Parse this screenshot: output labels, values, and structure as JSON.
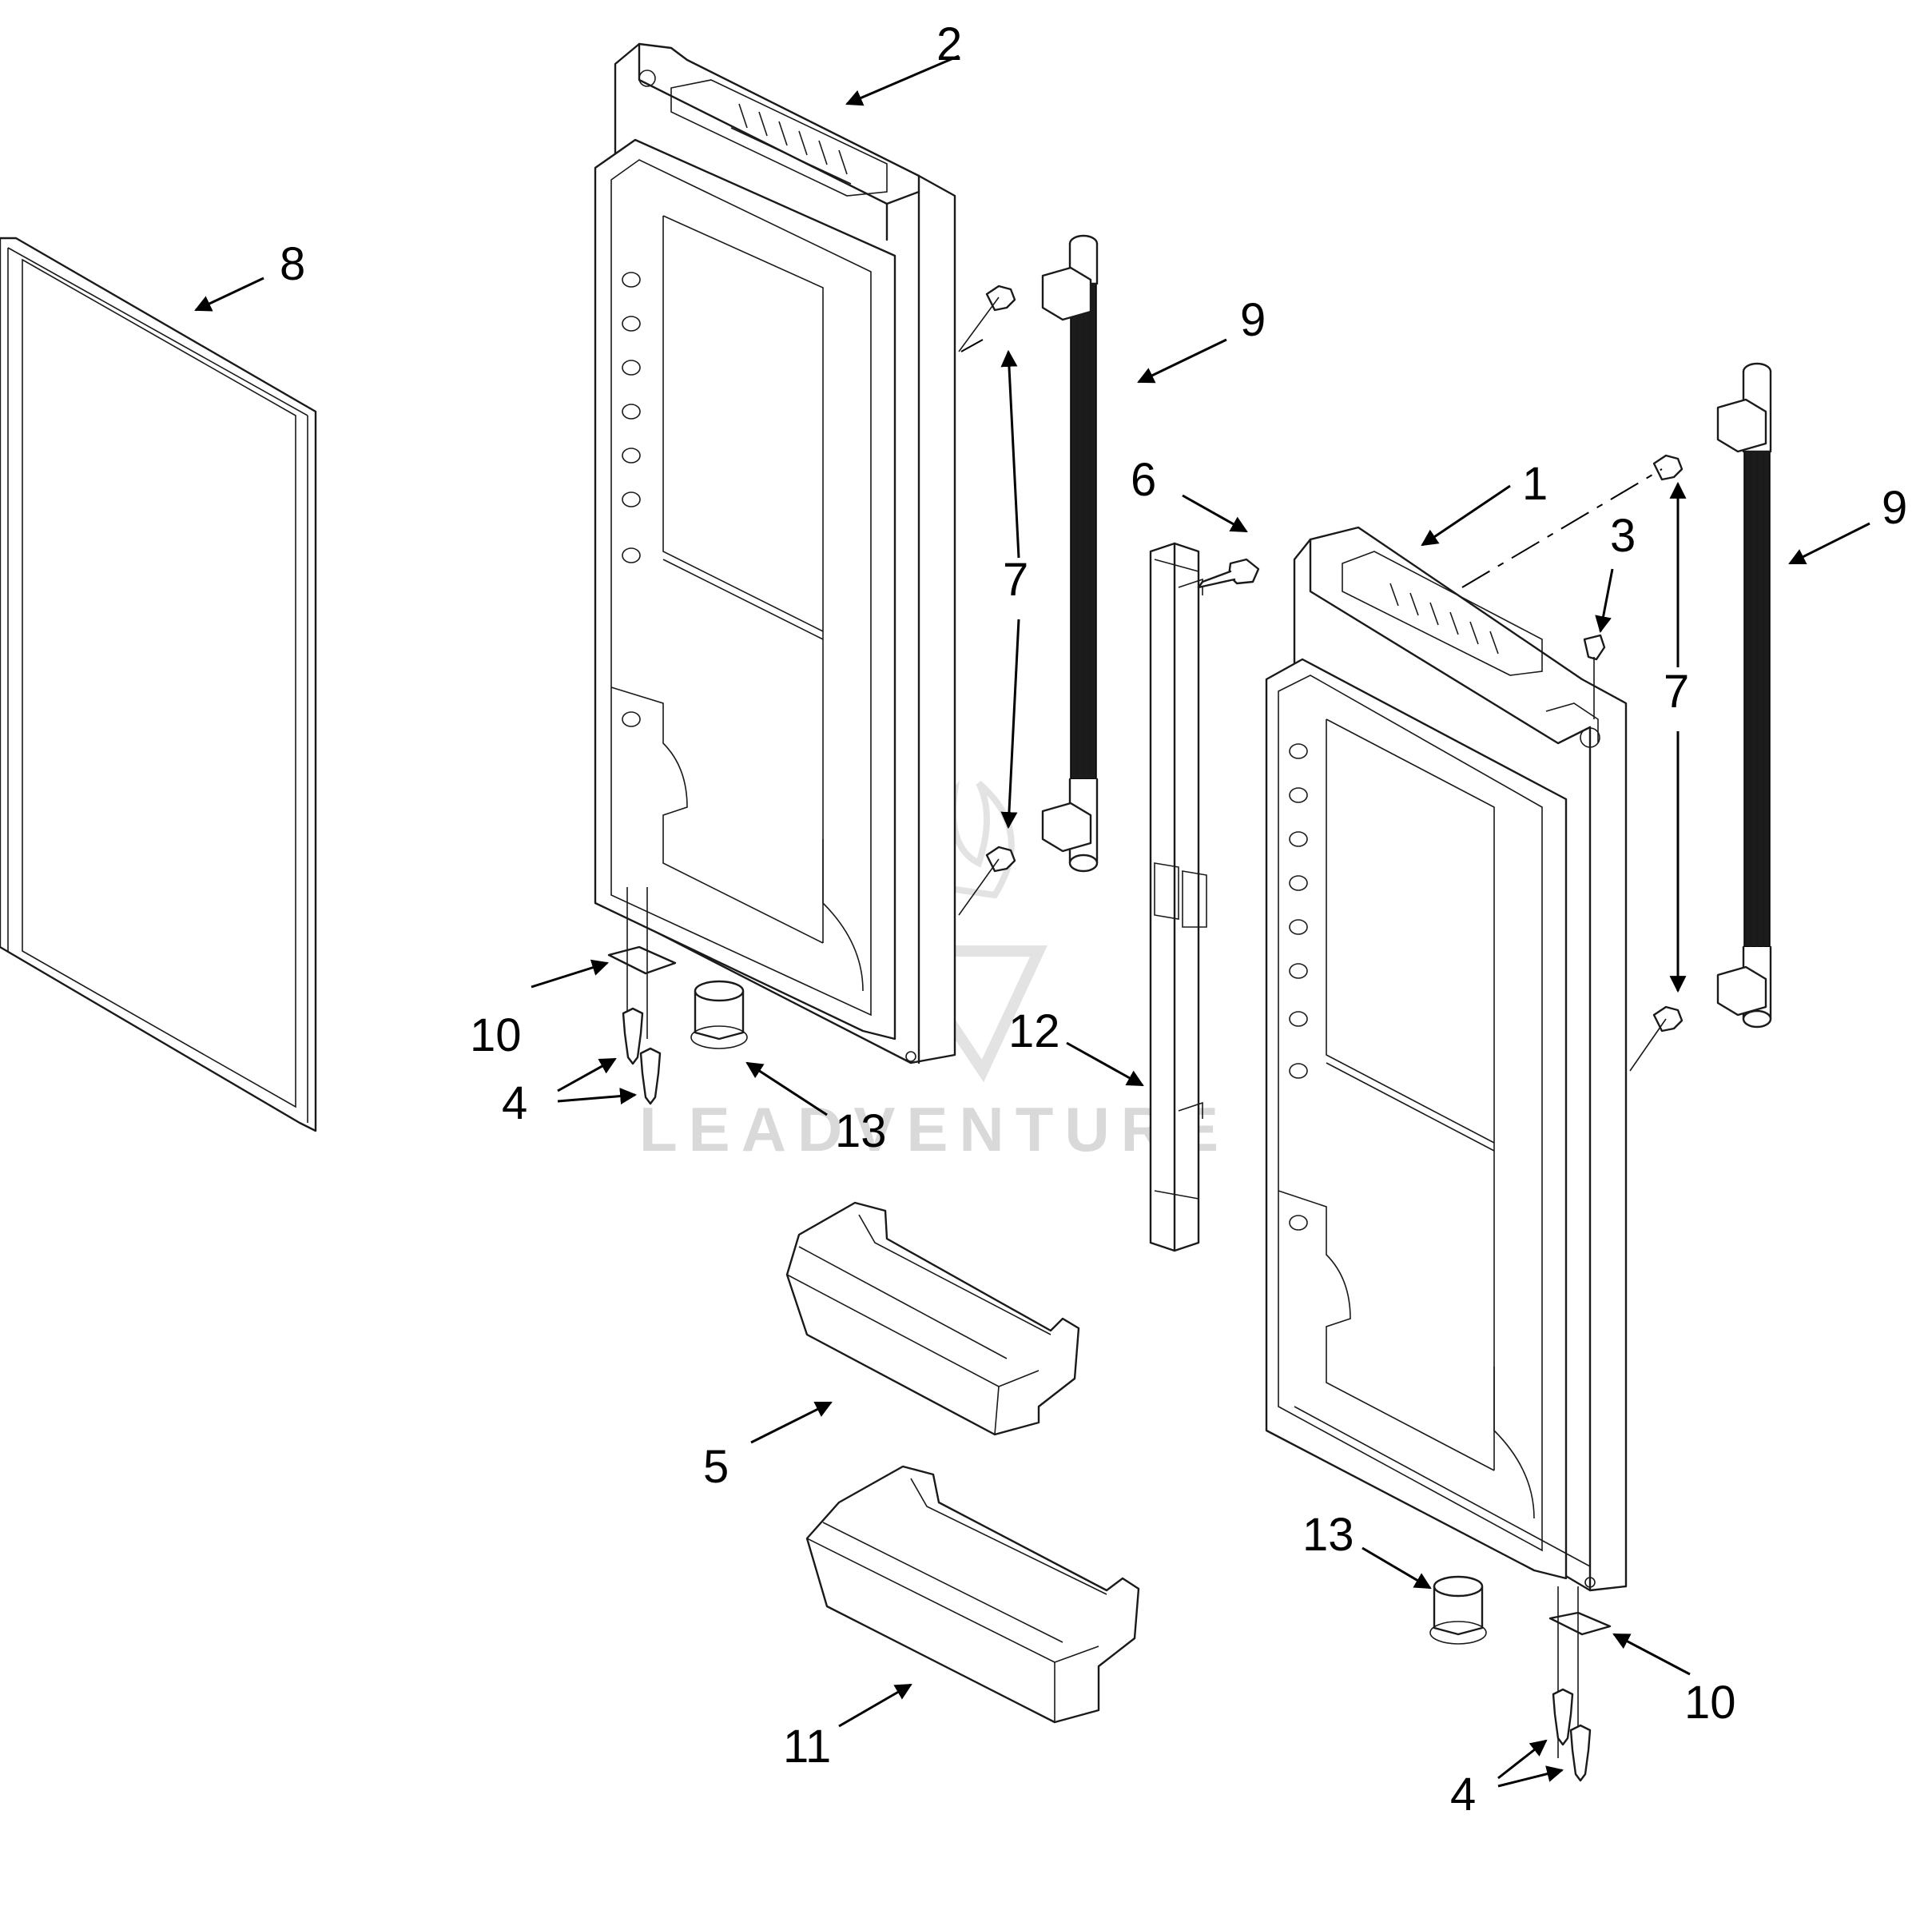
{
  "diagram": {
    "callouts": {
      "c1": "1",
      "c2": "2",
      "c3": "3",
      "c4a": "4",
      "c4b": "4",
      "c5": "5",
      "c6": "6",
      "c7a": "7",
      "c7b": "7",
      "c8": "8",
      "c9a": "9",
      "c9b": "9",
      "c10a": "10",
      "c10b": "10",
      "c11": "11",
      "c12": "12",
      "c13a": "13",
      "c13b": "13"
    },
    "watermark": "LEADVENTURE"
  },
  "colors": {
    "line": "#1a1a1a",
    "background": "#ffffff",
    "watermark": "#d9d9d9"
  }
}
